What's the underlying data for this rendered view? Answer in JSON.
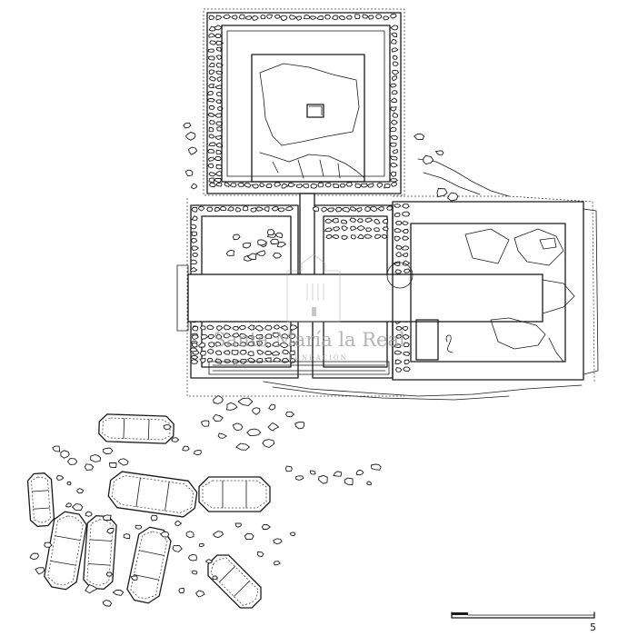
{
  "watermark": {
    "title": "Santa María la Real",
    "subtitle": "FUNDACIÓN"
  },
  "scale_bar": {
    "label": "5"
  }
}
